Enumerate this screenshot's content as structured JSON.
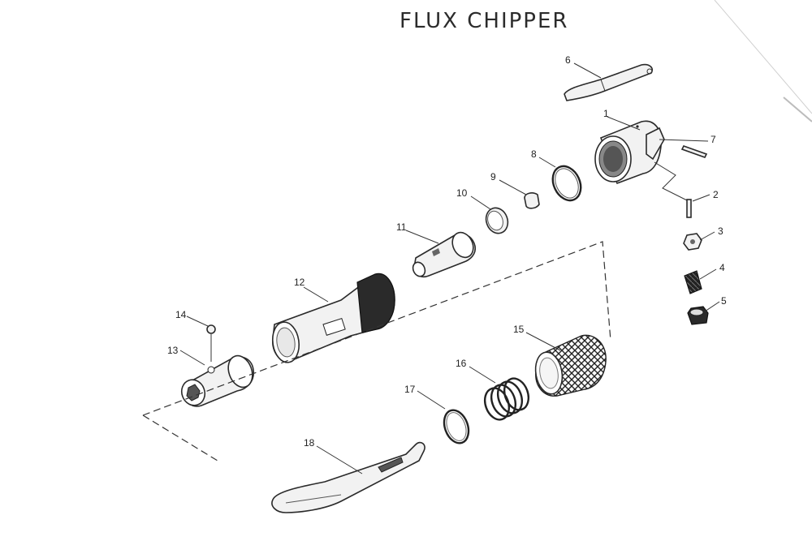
{
  "diagram": {
    "title": "FLUX CHIPPER",
    "parts": [
      {
        "id": "p1",
        "label": "1"
      },
      {
        "id": "p2",
        "label": "2"
      },
      {
        "id": "p3",
        "label": "3"
      },
      {
        "id": "p4",
        "label": "4"
      },
      {
        "id": "p5",
        "label": "5"
      },
      {
        "id": "p6",
        "label": "6"
      },
      {
        "id": "p7",
        "label": "7"
      },
      {
        "id": "p8",
        "label": "8"
      },
      {
        "id": "p9",
        "label": "9"
      },
      {
        "id": "p10",
        "label": "10"
      },
      {
        "id": "p11",
        "label": "11"
      },
      {
        "id": "p12",
        "label": "12"
      },
      {
        "id": "p13",
        "label": "13"
      },
      {
        "id": "p14",
        "label": "14"
      },
      {
        "id": "p15",
        "label": "15"
      },
      {
        "id": "p16",
        "label": "16"
      },
      {
        "id": "p17",
        "label": "17"
      },
      {
        "id": "p18",
        "label": "18"
      }
    ]
  }
}
